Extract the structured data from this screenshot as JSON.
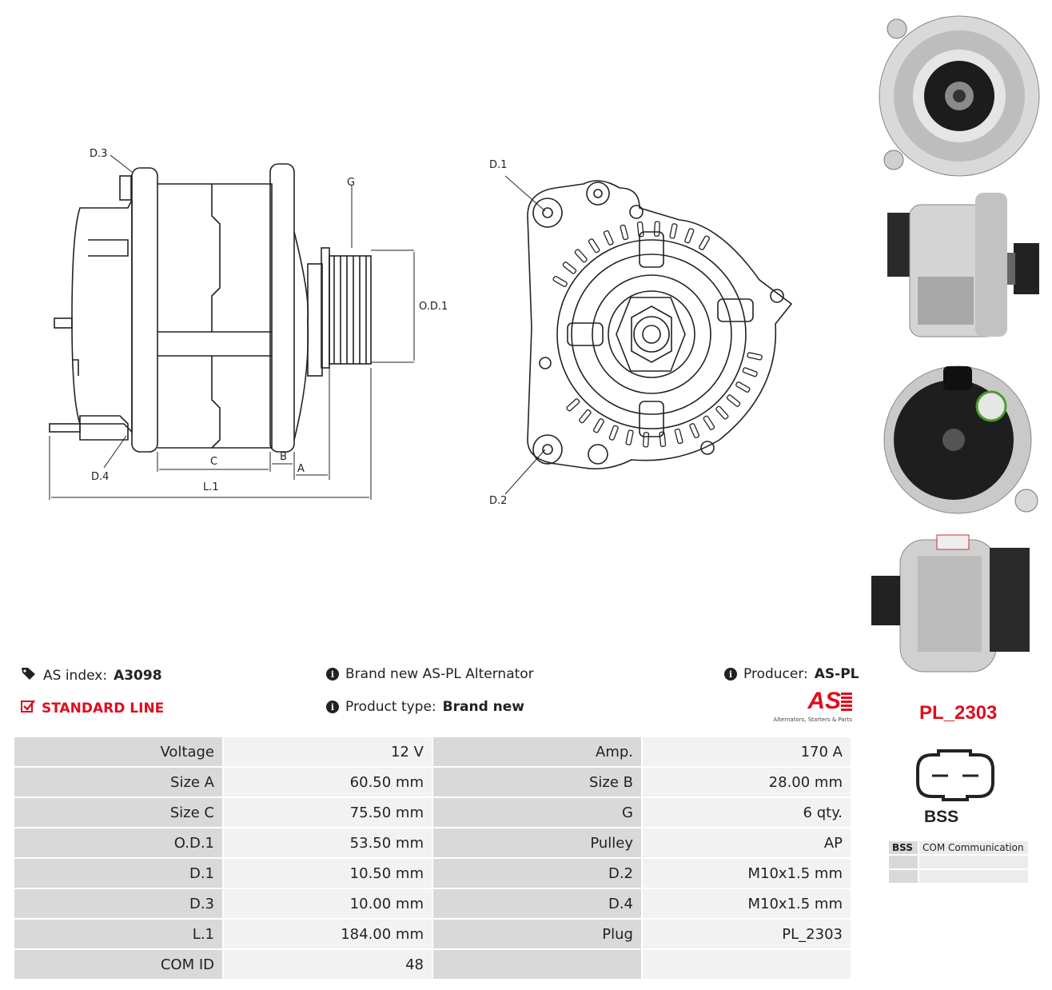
{
  "header": {
    "as_index_label": "AS index:",
    "as_index_value": "A3098",
    "line": "STANDARD LINE",
    "brand_new_text": "Brand new AS-PL Alternator",
    "product_type_label": "Product type:",
    "product_type_value": "Brand new",
    "producer_label": "Producer:",
    "producer_value": "AS-PL",
    "logo_text": "AS",
    "logo_tagline": "Alternators, Starters & Parts"
  },
  "diagram_labels": {
    "d3": "D.3",
    "d4": "D.4",
    "g": "G",
    "od1": "O.D.1",
    "c": "C",
    "b": "B",
    "a": "A",
    "l1": "L.1",
    "d1": "D.1",
    "d2": "D.2"
  },
  "specs": [
    {
      "k1": "Voltage",
      "v1": "12 V",
      "k2": "Amp.",
      "v2": "170 A"
    },
    {
      "k1": "Size A",
      "v1": "60.50 mm",
      "k2": "Size B",
      "v2": "28.00 mm"
    },
    {
      "k1": "Size C",
      "v1": "75.50 mm",
      "k2": "G",
      "v2": "6 qty."
    },
    {
      "k1": "O.D.1",
      "v1": "53.50 mm",
      "k2": "Pulley",
      "v2": "AP"
    },
    {
      "k1": "D.1",
      "v1": "10.50 mm",
      "k2": "D.2",
      "v2": "M10x1.5 mm"
    },
    {
      "k1": "D.3",
      "v1": "10.00 mm",
      "k2": "D.4",
      "v2": "M10x1.5 mm"
    },
    {
      "k1": "L.1",
      "v1": "184.00 mm",
      "k2": "Plug",
      "v2": "PL_2303"
    },
    {
      "k1": "COM ID",
      "v1": "48",
      "k2": "",
      "v2": ""
    }
  ],
  "plug": {
    "code": "PL_2303",
    "type": "BSS",
    "com_rows": [
      {
        "c1": "BSS",
        "c2": "COM Communication"
      },
      {
        "c1": "",
        "c2": ""
      },
      {
        "c1": "",
        "c2": ""
      }
    ]
  },
  "colors": {
    "accent_red": "#e10d1d",
    "table_key_bg": "#d9d9d9",
    "table_val_bg": "#f2f2f2"
  }
}
